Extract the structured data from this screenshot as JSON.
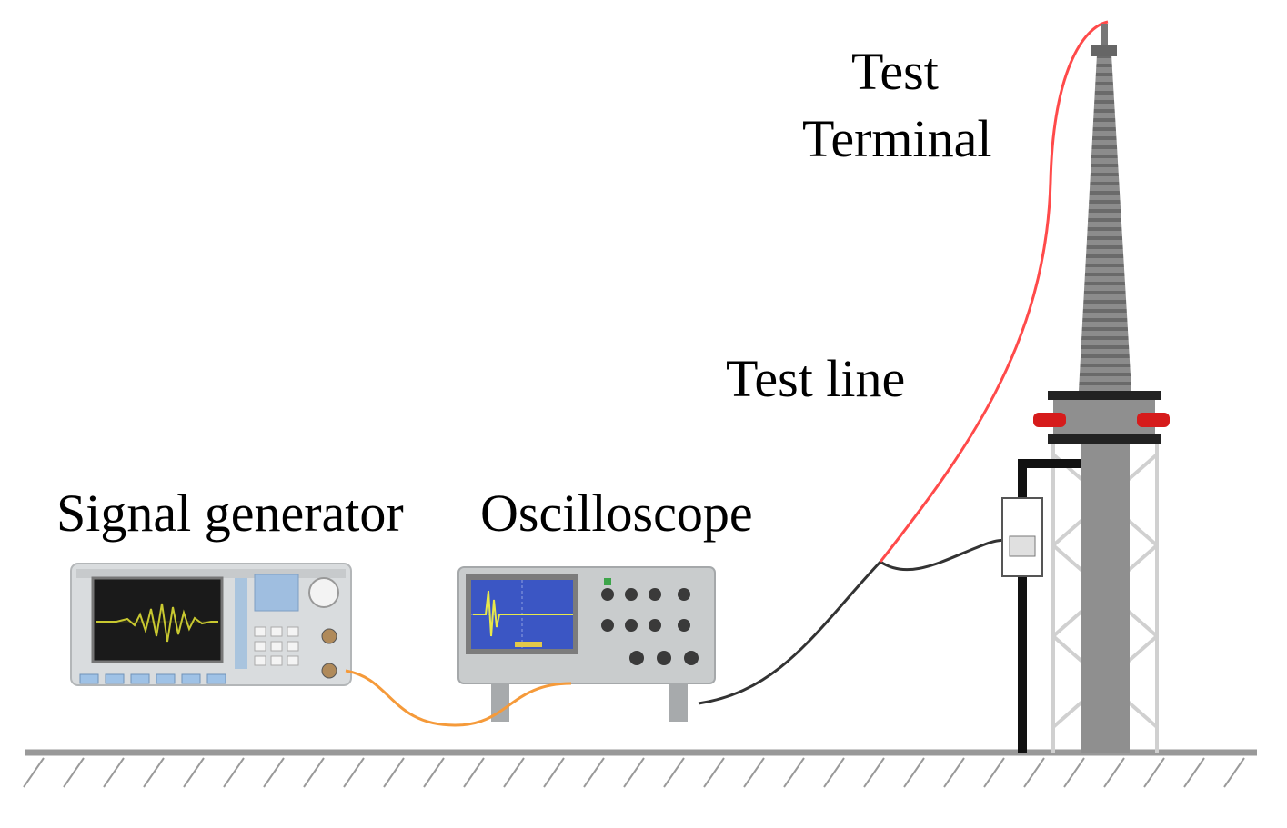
{
  "labels": {
    "signal_generator": "Signal generator",
    "oscilloscope": "Oscilloscope",
    "test_line": "Test line",
    "test_terminal_line1": "Test",
    "test_terminal_line2": "Terminal"
  },
  "colors": {
    "test_line": "#ff4a4a",
    "coax_cable": "#f59a3a",
    "ground_cable": "#333333",
    "bushing": "#8f8f8f",
    "flange_clamp": "#d61b1b",
    "ground_hatch": "#9a9a9a",
    "scope_screen": "#3b56c4",
    "scope_trace": "#e8e84a",
    "gen_screen": "#1a1a1a",
    "gen_trace": "#c8c830"
  },
  "icons": {
    "signal_generator": "function-generator-icon",
    "oscilloscope": "oscilloscope-icon",
    "bushing": "hv-bushing-icon",
    "sensor": "sensor-box-icon",
    "ground": "ground-hatch-icon"
  }
}
